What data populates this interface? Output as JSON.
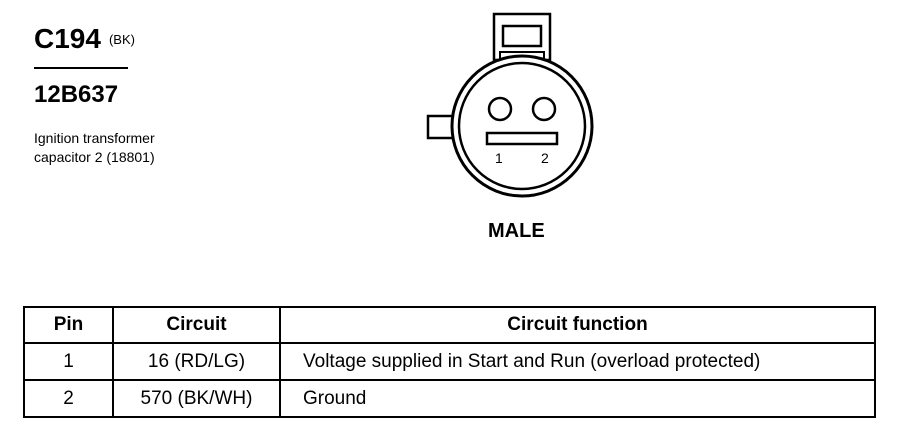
{
  "connector": {
    "code": "C194",
    "color": "(BK)",
    "part_number": "12B637",
    "description_lines": [
      "Ignition transformer",
      "capacitor 2 (18801)"
    ],
    "gender": "MALE",
    "pin_labels": [
      "1",
      "2"
    ]
  },
  "table": {
    "headers": [
      "Pin",
      "Circuit",
      "Circuit function"
    ],
    "rows": [
      {
        "pin": "1",
        "circuit": "16 (RD/LG)",
        "function": "Voltage supplied in Start and Run (overload protected)"
      },
      {
        "pin": "2",
        "circuit": "570 (BK/WH)",
        "function": "Ground"
      }
    ]
  }
}
